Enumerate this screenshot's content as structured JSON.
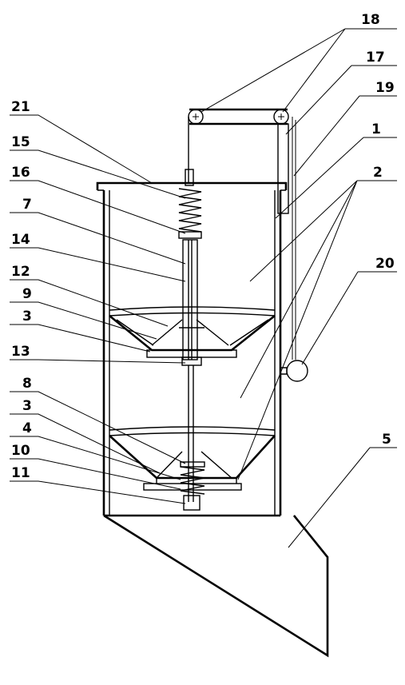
{
  "labels": {
    "l18": "18",
    "l17": "17",
    "l19": "19",
    "l21": "21",
    "l1": "1",
    "l15": "15",
    "l16": "16",
    "l2": "2",
    "l7": "7",
    "l14": "14",
    "l20": "20",
    "l12": "12",
    "l9": "9",
    "l3a": "3",
    "l13": "13",
    "l8": "8",
    "l3b": "3",
    "l4": "4",
    "l10": "10",
    "l11": "11",
    "l5": "5"
  }
}
